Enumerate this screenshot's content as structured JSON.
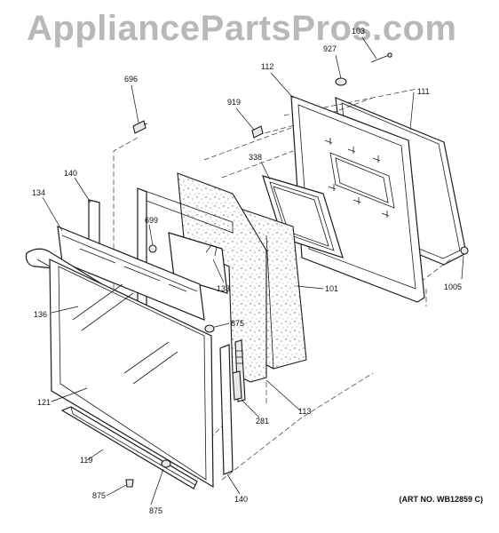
{
  "watermark": "AppliancePartsPros.com",
  "art_number": "(ART NO. WB12859 C)",
  "labels": {
    "l103": "103",
    "l927": "927",
    "l696": "696",
    "l112": "112",
    "l111": "111",
    "l919": "919",
    "l338": "338",
    "l140a": "140",
    "l134": "134",
    "l699": "699",
    "l133": "133",
    "l101": "101",
    "l1005": "1005",
    "l136": "136",
    "l875a": "875",
    "l121": "121",
    "l113": "113",
    "l281": "281",
    "l119": "119",
    "l875b": "875",
    "l875c": "875",
    "l140b": "140"
  }
}
